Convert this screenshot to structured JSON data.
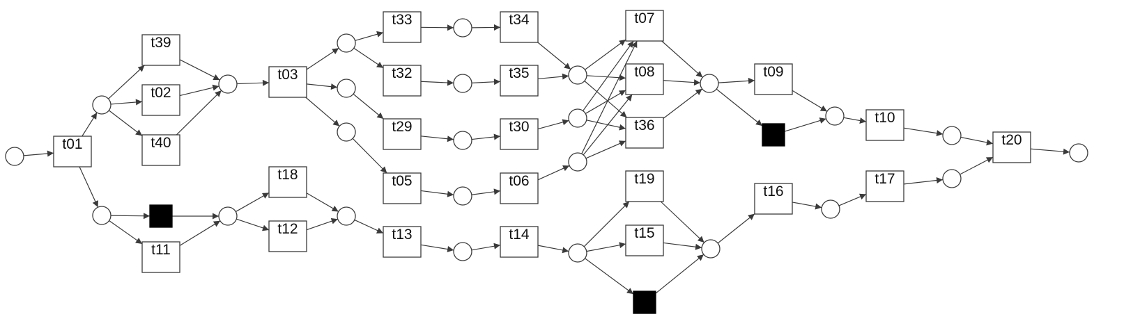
{
  "colors": {
    "start_place": "#7ED321",
    "end_place": "#E31B1B",
    "stroke": "#3A3A3A",
    "silent_transition": "#000000"
  },
  "transitions": [
    {
      "id": "t01",
      "label": "t01"
    },
    {
      "id": "t39",
      "label": "t39"
    },
    {
      "id": "t02",
      "label": "t02"
    },
    {
      "id": "t40",
      "label": "t40"
    },
    {
      "id": "t03",
      "label": "t03"
    },
    {
      "id": "t11",
      "label": "t11"
    },
    {
      "id": "t18",
      "label": "t18"
    },
    {
      "id": "t12",
      "label": "t12"
    },
    {
      "id": "t33",
      "label": "t33"
    },
    {
      "id": "t32",
      "label": "t32"
    },
    {
      "id": "t29",
      "label": "t29"
    },
    {
      "id": "t05",
      "label": "t05"
    },
    {
      "id": "t13",
      "label": "t13"
    },
    {
      "id": "t34",
      "label": "t34"
    },
    {
      "id": "t35",
      "label": "t35"
    },
    {
      "id": "t30",
      "label": "t30"
    },
    {
      "id": "t06",
      "label": "t06"
    },
    {
      "id": "t14",
      "label": "t14"
    },
    {
      "id": "t07",
      "label": "t07"
    },
    {
      "id": "t08",
      "label": "t08"
    },
    {
      "id": "t36",
      "label": "t36"
    },
    {
      "id": "t19",
      "label": "t19"
    },
    {
      "id": "t15",
      "label": "t15"
    },
    {
      "id": "t09",
      "label": "t09"
    },
    {
      "id": "t16",
      "label": "t16"
    },
    {
      "id": "t10",
      "label": "t10"
    },
    {
      "id": "t17",
      "label": "t17"
    },
    {
      "id": "t20",
      "label": "t20"
    },
    {
      "id": "s1",
      "label": "",
      "silent": true
    },
    {
      "id": "s2",
      "label": "",
      "silent": true
    },
    {
      "id": "s3",
      "label": "",
      "silent": true
    }
  ],
  "places": [
    {
      "id": "start",
      "role": "start"
    },
    {
      "id": "p1"
    },
    {
      "id": "p2"
    },
    {
      "id": "p3"
    },
    {
      "id": "p4"
    },
    {
      "id": "p5"
    },
    {
      "id": "p6"
    },
    {
      "id": "p7"
    },
    {
      "id": "p8"
    },
    {
      "id": "p9"
    },
    {
      "id": "p10"
    },
    {
      "id": "p11"
    },
    {
      "id": "p12"
    },
    {
      "id": "p13"
    },
    {
      "id": "p14"
    },
    {
      "id": "p15"
    },
    {
      "id": "p16"
    },
    {
      "id": "p17"
    },
    {
      "id": "p18"
    },
    {
      "id": "p19"
    },
    {
      "id": "p20"
    },
    {
      "id": "p21"
    },
    {
      "id": "p22"
    },
    {
      "id": "p23"
    },
    {
      "id": "p24"
    },
    {
      "id": "p25"
    },
    {
      "id": "end",
      "role": "end"
    }
  ],
  "arcs": [
    [
      "start",
      "t01"
    ],
    [
      "t01",
      "p1"
    ],
    [
      "t01",
      "p2"
    ],
    [
      "p1",
      "t39"
    ],
    [
      "p1",
      "t02"
    ],
    [
      "p1",
      "t40"
    ],
    [
      "t39",
      "p3"
    ],
    [
      "t02",
      "p3"
    ],
    [
      "t40",
      "p3"
    ],
    [
      "p3",
      "t03"
    ],
    [
      "p2",
      "s1"
    ],
    [
      "p2",
      "t11"
    ],
    [
      "s1",
      "p4"
    ],
    [
      "t11",
      "p4"
    ],
    [
      "p4",
      "t18"
    ],
    [
      "p4",
      "t12"
    ],
    [
      "t18",
      "p9"
    ],
    [
      "t12",
      "p9"
    ],
    [
      "t03",
      "p5"
    ],
    [
      "t03",
      "p6"
    ],
    [
      "t03",
      "p7"
    ],
    [
      "p5",
      "t33"
    ],
    [
      "p5",
      "t32"
    ],
    [
      "p6",
      "t29"
    ],
    [
      "p7",
      "t05"
    ],
    [
      "p9",
      "t13"
    ],
    [
      "t33",
      "p10"
    ],
    [
      "t32",
      "p11"
    ],
    [
      "t29",
      "p12"
    ],
    [
      "t05",
      "p13"
    ],
    [
      "t13",
      "p14"
    ],
    [
      "p10",
      "t34"
    ],
    [
      "p11",
      "t35"
    ],
    [
      "p12",
      "t30"
    ],
    [
      "p13",
      "t06"
    ],
    [
      "p14",
      "t14"
    ],
    [
      "t34",
      "p15"
    ],
    [
      "t35",
      "p15"
    ],
    [
      "t30",
      "p16"
    ],
    [
      "t06",
      "p17"
    ],
    [
      "t14",
      "p18"
    ],
    [
      "p15",
      "t07"
    ],
    [
      "p15",
      "t08"
    ],
    [
      "p15",
      "t36"
    ],
    [
      "p16",
      "t07"
    ],
    [
      "p16",
      "t08"
    ],
    [
      "p16",
      "t36"
    ],
    [
      "p17",
      "t07"
    ],
    [
      "p17",
      "t08"
    ],
    [
      "p17",
      "t36"
    ],
    [
      "p18",
      "t19"
    ],
    [
      "p18",
      "t15"
    ],
    [
      "p18",
      "s3"
    ],
    [
      "t07",
      "p19"
    ],
    [
      "t08",
      "p19"
    ],
    [
      "t36",
      "p19"
    ],
    [
      "t19",
      "p20"
    ],
    [
      "t15",
      "p20"
    ],
    [
      "s3",
      "p20"
    ],
    [
      "p19",
      "t09"
    ],
    [
      "p19",
      "s2"
    ],
    [
      "t09",
      "p21"
    ],
    [
      "s2",
      "p21"
    ],
    [
      "p20",
      "t16"
    ],
    [
      "t16",
      "p22"
    ],
    [
      "p22",
      "t17"
    ],
    [
      "p21",
      "t10"
    ],
    [
      "t10",
      "p24"
    ],
    [
      "t17",
      "p25"
    ],
    [
      "p24",
      "t20"
    ],
    [
      "p25",
      "t20"
    ],
    [
      "t20",
      "end"
    ]
  ]
}
